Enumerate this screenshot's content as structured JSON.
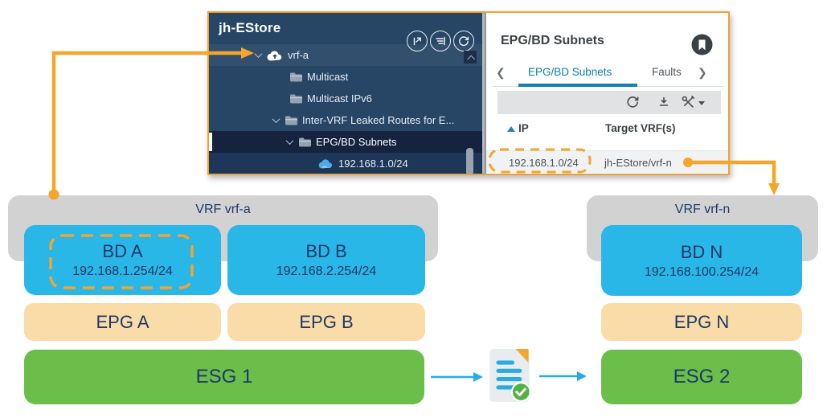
{
  "colors": {
    "accent_orange": "#F5A42C",
    "panel_navy": "#274666",
    "tab_blue": "#0F7FB4",
    "bd_cyan": "#29B7E8",
    "epg_tan": "#FADCA9",
    "esg_green": "#6CBE4B",
    "vrf_gray": "#D2D2D2",
    "diagram_text_navy": "#1C3968",
    "arrow_blue": "#29ABE2"
  },
  "screenshot": {
    "tree": {
      "title": "jh-EStore",
      "toolbar_icons": [
        "promote-icon",
        "filter-lines-icon",
        "refresh-icon"
      ],
      "rows": [
        {
          "label": "vrf-a",
          "icon": "cloud-up-icon"
        },
        {
          "label": "Multicast",
          "icon": "folder-icon"
        },
        {
          "label": "Multicast IPv6",
          "icon": "folder-icon"
        },
        {
          "label": "Inter-VRF Leaked Routes for E...",
          "icon": "folder-icon"
        },
        {
          "label": "EPG/BD Subnets",
          "icon": "folder-icon"
        },
        {
          "label": "192.168.1.0/24",
          "icon": "cloud-blue-icon"
        }
      ]
    },
    "detail": {
      "title": "EPG/BD Subnets",
      "bookmark_icon": "bookmark-icon",
      "tabs": [
        {
          "label": "EPG/BD Subnets",
          "active": true
        },
        {
          "label": "Faults",
          "active": false
        }
      ],
      "toolbar_icons": [
        "refresh-icon",
        "download-icon",
        "tools-icon"
      ],
      "columns": [
        {
          "label": "IP"
        },
        {
          "label": "Target VRF(s)"
        }
      ],
      "rows": [
        {
          "ip": "192.168.1.0/24",
          "target_vrf": "jh-EStore/vrf-n"
        }
      ]
    }
  },
  "diagram": {
    "vrf_a": {
      "label": "VRF vrf-a",
      "bds": [
        {
          "name": "BD A",
          "subnet": "192.168.1.254/24"
        },
        {
          "name": "BD B",
          "subnet": "192.168.2.254/24"
        }
      ],
      "epgs": [
        {
          "label": "EPG A"
        },
        {
          "label": "EPG B"
        }
      ],
      "esg": {
        "label": "ESG 1"
      }
    },
    "vrf_n": {
      "label": "VRF vrf-n",
      "bds": [
        {
          "name": "BD N",
          "subnet": "192.168.100.254/24"
        }
      ],
      "epgs": [
        {
          "label": "EPG N"
        }
      ],
      "esg": {
        "label": "ESG 2"
      }
    }
  }
}
